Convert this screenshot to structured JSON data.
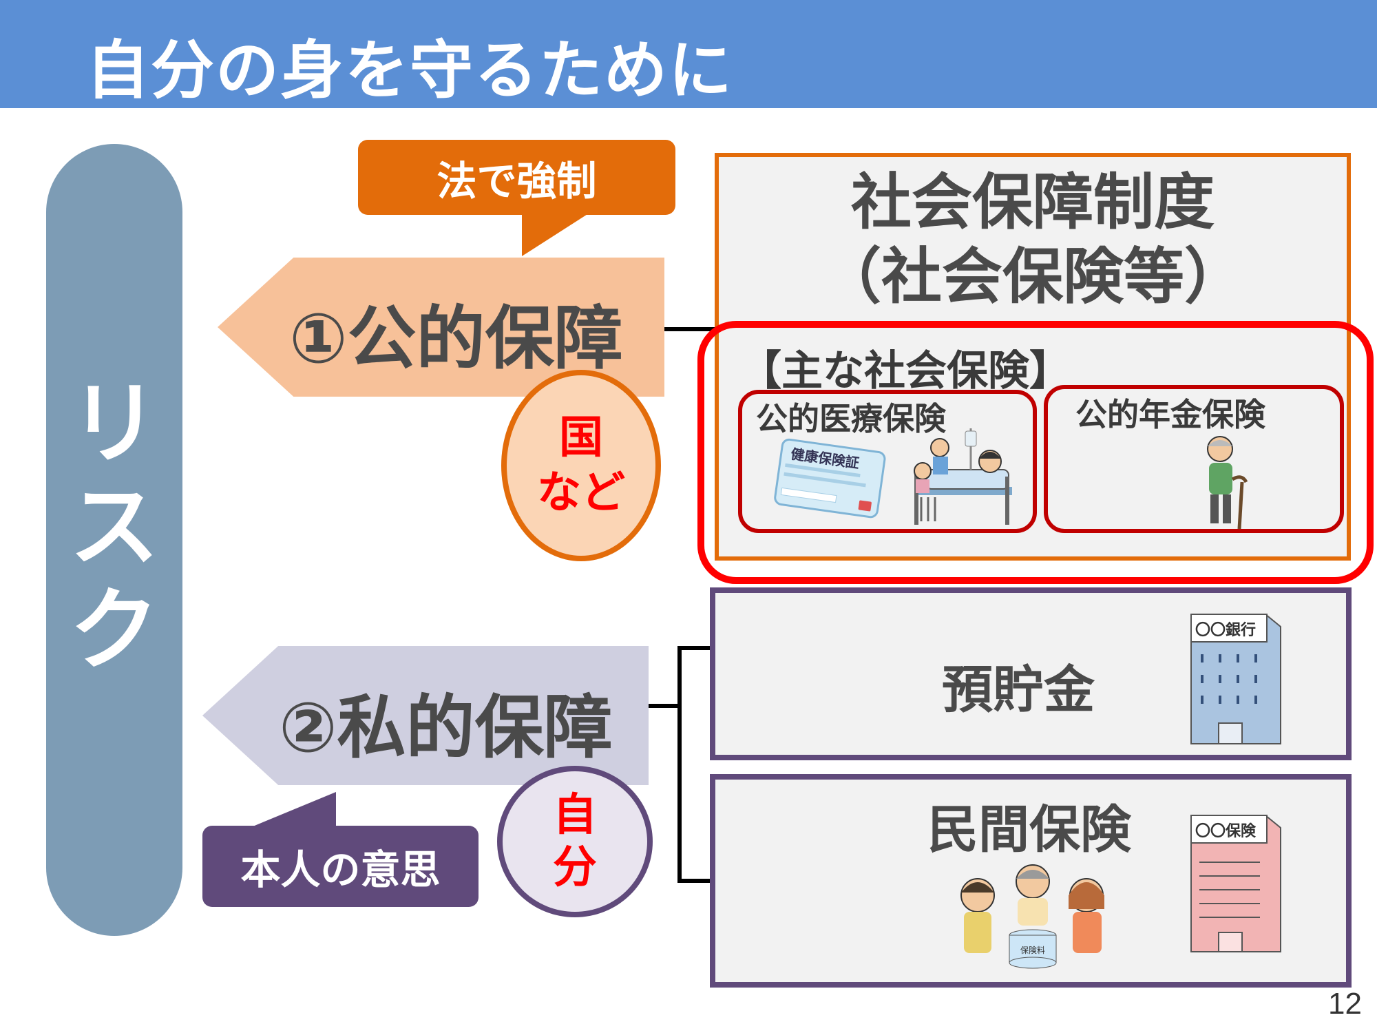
{
  "header": {
    "title": "自分の身を守るために"
  },
  "risk": {
    "label": "リスク",
    "chars": [
      "リ",
      "ス",
      "ク"
    ]
  },
  "public": {
    "label": "①公的保障",
    "bubble": "法で強制",
    "actor_lines": [
      "国",
      "など"
    ]
  },
  "private": {
    "label": "②私的保障",
    "bubble": "本人の意思",
    "actor_lines": [
      "自",
      "分"
    ]
  },
  "social_security": {
    "title_line1": "社会保障制度",
    "title_line2": "（社会保険等）",
    "main_label": "【主な社会保険】",
    "medical": {
      "label": "公的医療保険",
      "card_text": "健康保険証"
    },
    "pension": {
      "label": "公的年金保険"
    }
  },
  "savings": {
    "label": "預貯金",
    "bank_sign": "〇〇銀行"
  },
  "private_insurance": {
    "label": "民間保険",
    "company_sign": "〇〇保険",
    "pot_text": "保険料"
  },
  "page": {
    "number": "12"
  },
  "colors": {
    "header": "#5b8fd5",
    "public_orange": "#e36c0a",
    "private_purple": "#604a7b",
    "highlight_red": "#ff0000",
    "risk_pill": "#7d9cb5"
  }
}
